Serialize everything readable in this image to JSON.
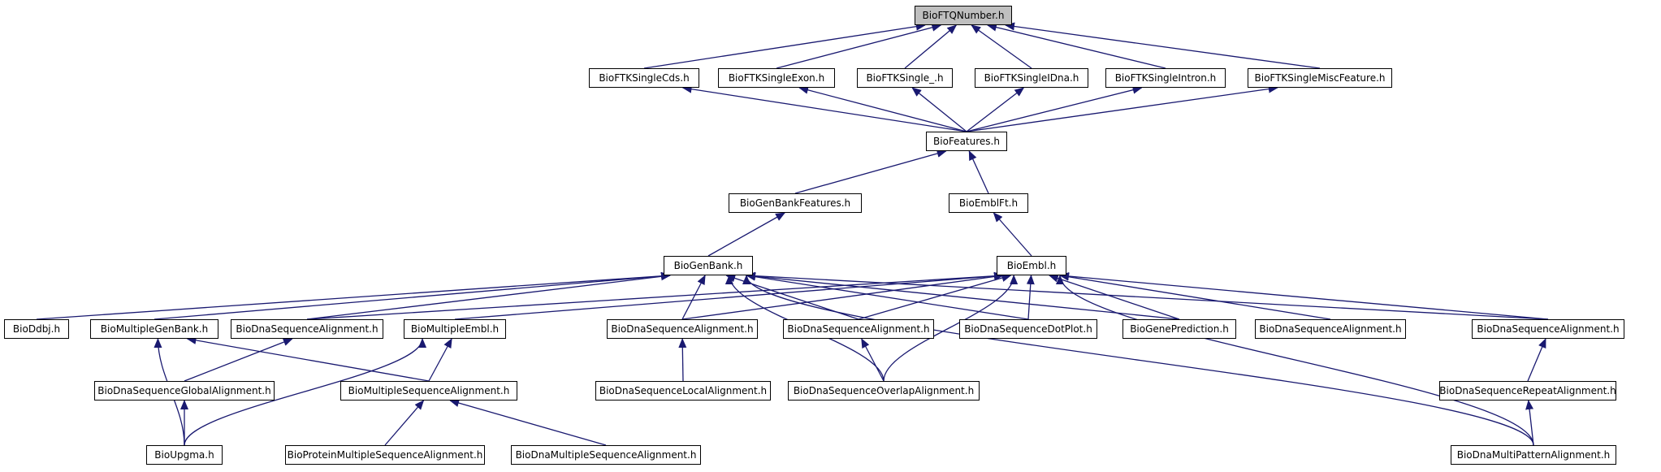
{
  "diagram": {
    "root": "BioFTQNumber.h",
    "nodes": {
      "ftq": "BioFTQNumber.h",
      "cds": "BioFTKSingleCds.h",
      "exon": "BioFTKSingleExon.h",
      "single": "BioFTKSingle_.h",
      "idna": "BioFTKSingleIDna.h",
      "intron": "BioFTKSingleIntron.h",
      "misc": "BioFTKSingleMiscFeature.h",
      "features": "BioFeatures.h",
      "gbfeat": "BioGenBankFeatures.h",
      "emblft": "BioEmblFt.h",
      "genbank": "BioGenBank.h",
      "embl": "BioEmbl.h",
      "ddbj": "BioDdbj.h",
      "mgenbank": "BioMultipleGenBank.h",
      "dsa1": "BioDnaSequenceAlignment.h",
      "membl": "BioMultipleEmbl.h",
      "dsa2": "BioDnaSequenceAlignment.h",
      "dsa3": "BioDnaSequenceAlignment.h",
      "dotplot": "BioDnaSequenceDotPlot.h",
      "genepred": "BioGenePrediction.h",
      "dsa4": "BioDnaSequenceAlignment.h",
      "dsa5": "BioDnaSequenceAlignment.h",
      "global": "BioDnaSequenceGlobalAlignment.h",
      "msa": "BioMultipleSequenceAlignment.h",
      "local": "BioDnaSequenceLocalAlignment.h",
      "overlap": "BioDnaSequenceOverlapAlignment.h",
      "repeat": "BioDnaSequenceRepeatAlignment.h",
      "upgma": "BioUpgma.h",
      "protmsa": "BioProteinMultipleSequenceAlignment.h",
      "dnamsa": "BioDnaMultipleSequenceAlignment.h",
      "multipattern": "BioDnaMultiPatternAlignment.h"
    },
    "edges": [
      [
        "cds",
        "ftq"
      ],
      [
        "exon",
        "ftq"
      ],
      [
        "single",
        "ftq"
      ],
      [
        "idna",
        "ftq"
      ],
      [
        "intron",
        "ftq"
      ],
      [
        "misc",
        "ftq"
      ],
      [
        "features",
        "cds"
      ],
      [
        "features",
        "exon"
      ],
      [
        "features",
        "single"
      ],
      [
        "features",
        "idna"
      ],
      [
        "features",
        "intron"
      ],
      [
        "features",
        "misc"
      ],
      [
        "gbfeat",
        "features"
      ],
      [
        "emblft",
        "features"
      ],
      [
        "genbank",
        "gbfeat"
      ],
      [
        "embl",
        "emblft"
      ],
      [
        "ddbj",
        "genbank"
      ],
      [
        "mgenbank",
        "genbank"
      ],
      [
        "dsa1",
        "genbank"
      ],
      [
        "dsa2",
        "genbank"
      ],
      [
        "dsa3",
        "genbank"
      ],
      [
        "dotplot",
        "genbank"
      ],
      [
        "genepred",
        "genbank"
      ],
      [
        "dsa5",
        "genbank"
      ],
      [
        "overlap",
        "genbank"
      ],
      [
        "multipattern",
        "genbank"
      ],
      [
        "dsa1",
        "embl"
      ],
      [
        "membl",
        "embl"
      ],
      [
        "dsa2",
        "embl"
      ],
      [
        "dsa3",
        "embl"
      ],
      [
        "dotplot",
        "embl"
      ],
      [
        "genepred",
        "embl"
      ],
      [
        "dsa4",
        "embl"
      ],
      [
        "dsa5",
        "embl"
      ],
      [
        "overlap",
        "embl"
      ],
      [
        "multipattern",
        "embl"
      ],
      [
        "global",
        "dsa1"
      ],
      [
        "upgma",
        "mgenbank"
      ],
      [
        "msa",
        "mgenbank"
      ],
      [
        "msa",
        "membl"
      ],
      [
        "upgma",
        "membl"
      ],
      [
        "local",
        "dsa2"
      ],
      [
        "overlap",
        "dsa3"
      ],
      [
        "repeat",
        "dsa5"
      ],
      [
        "upgma",
        "global"
      ],
      [
        "protmsa",
        "msa"
      ],
      [
        "dnamsa",
        "msa"
      ],
      [
        "multipattern",
        "repeat"
      ]
    ],
    "colors": {
      "edge": "#191970",
      "node_border": "#000000",
      "root_fill": "#bfbfbf",
      "node_fill": "#ffffff"
    }
  }
}
